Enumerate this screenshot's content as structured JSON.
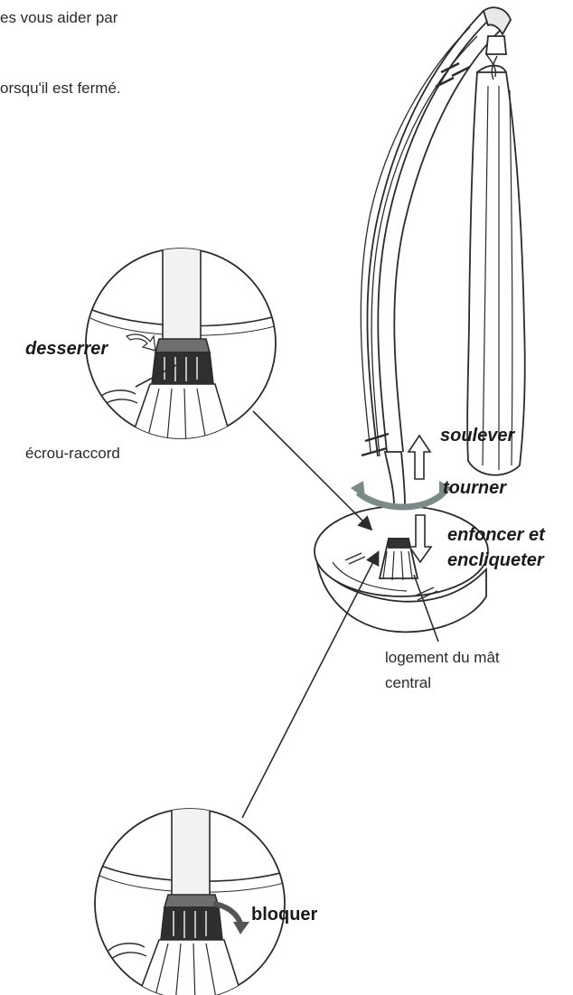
{
  "intro": {
    "line1": "es vous aider par",
    "line2": "orsqu'il est fermé."
  },
  "labels": {
    "loosen": "desserrer",
    "union_nut": "écrou-raccord",
    "lift": "soulever",
    "rotate": "tourner",
    "push_line1": "enfoncer et",
    "push_line2": "encliqueter",
    "socket_line1": "logement du mât",
    "socket_line2": "central",
    "lock": "bloquer"
  },
  "colors": {
    "line": "#2b2b2b",
    "rotate_arrow": "#7b8a86",
    "nut_dark": "#2f2f2f",
    "nut_mid": "#6e6e6e",
    "pole_fill": "#f2f2f2"
  }
}
